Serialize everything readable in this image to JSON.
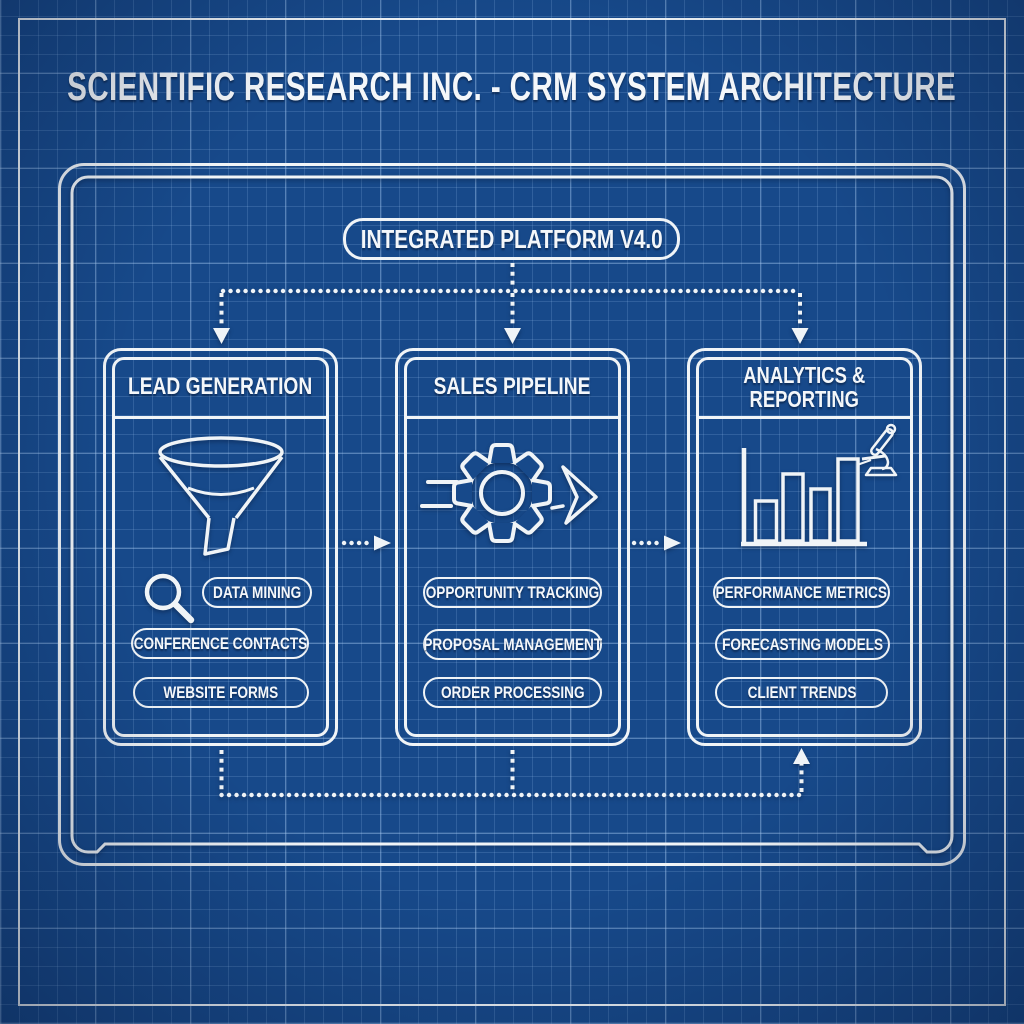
{
  "colors": {
    "background": "#17498a",
    "grid_minor": "#2d5c9c",
    "grid_major": "#3f6fae",
    "line": "#f0f4f7"
  },
  "title": "SCIENTIFIC RESEARCH INC. - CRM SYSTEM ARCHITECTURE",
  "platform": {
    "label": "INTEGRATED PLATFORM V4.0"
  },
  "columns": [
    {
      "title": "LEAD GENERATION",
      "icons": [
        "funnel-icon",
        "search-icon"
      ],
      "items": [
        "DATA MINING",
        "CONFERENCE CONTACTS",
        "WEBSITE FORMS"
      ]
    },
    {
      "title": "SALES PIPELINE",
      "icons": [
        "gear-icon",
        "motion-lines-icon",
        "process-arrow-icon"
      ],
      "items": [
        "OPPORTUNITY TRACKING",
        "PROPOSAL MANAGEMENT",
        "ORDER PROCESSING"
      ]
    },
    {
      "title_line1": "ANALYTICS &",
      "title_line2": "REPORTING",
      "icons": [
        "bar-chart-icon",
        "microscope-icon"
      ],
      "items": [
        "PERFORMANCE METRICS",
        "FORECASTING MODELS",
        "CLIENT TRENDS"
      ]
    }
  ]
}
